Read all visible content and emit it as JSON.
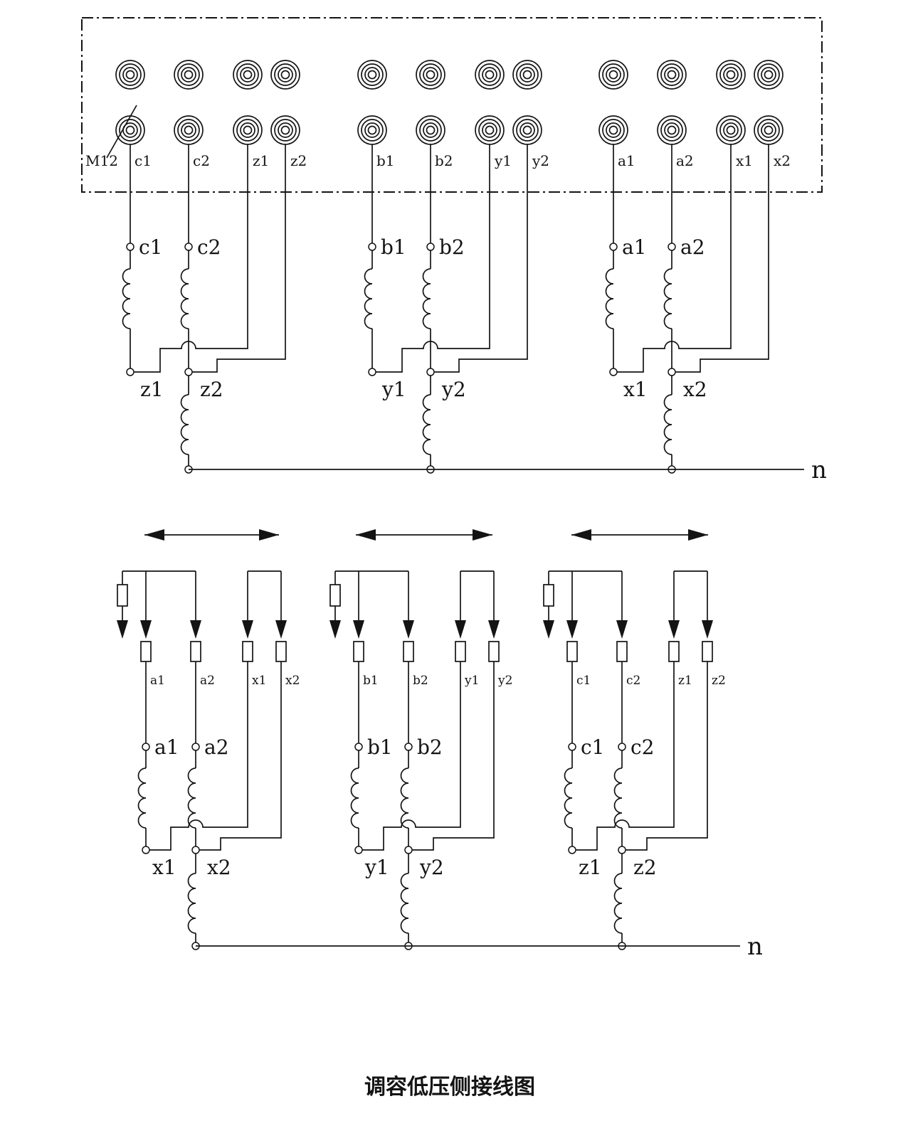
{
  "title": "调容低压侧接线图",
  "colors": {
    "ink": "#141414",
    "background": "#ffffff"
  },
  "terminal_box": {
    "bolt_label": "M12",
    "row_labels": [
      "c1",
      "c2",
      "z1",
      "z2",
      "b1",
      "b2",
      "y1",
      "y2",
      "a1",
      "a2",
      "x1",
      "x2"
    ]
  },
  "upper_section": {
    "neutral_label": "n",
    "groups": [
      {
        "start1": "c1",
        "start2": "c2",
        "end1": "z1",
        "end2": "z2"
      },
      {
        "start1": "b1",
        "start2": "b2",
        "end1": "y1",
        "end2": "y2"
      },
      {
        "start1": "a1",
        "start2": "a2",
        "end1": "x1",
        "end2": "x2"
      }
    ]
  },
  "lower_section": {
    "neutral_label": "n",
    "groups": [
      {
        "tap1": "a1",
        "tap2": "a2",
        "tap3": "x1",
        "tap4": "x2",
        "start1": "a1",
        "start2": "a2",
        "end1": "x1",
        "end2": "x2"
      },
      {
        "tap1": "b1",
        "tap2": "b2",
        "tap3": "y1",
        "tap4": "y2",
        "start1": "b1",
        "start2": "b2",
        "end1": "y1",
        "end2": "y2"
      },
      {
        "tap1": "c1",
        "tap2": "c2",
        "tap3": "z1",
        "tap4": "z2",
        "start1": "c1",
        "start2": "c2",
        "end1": "z1",
        "end2": "z2"
      }
    ]
  }
}
